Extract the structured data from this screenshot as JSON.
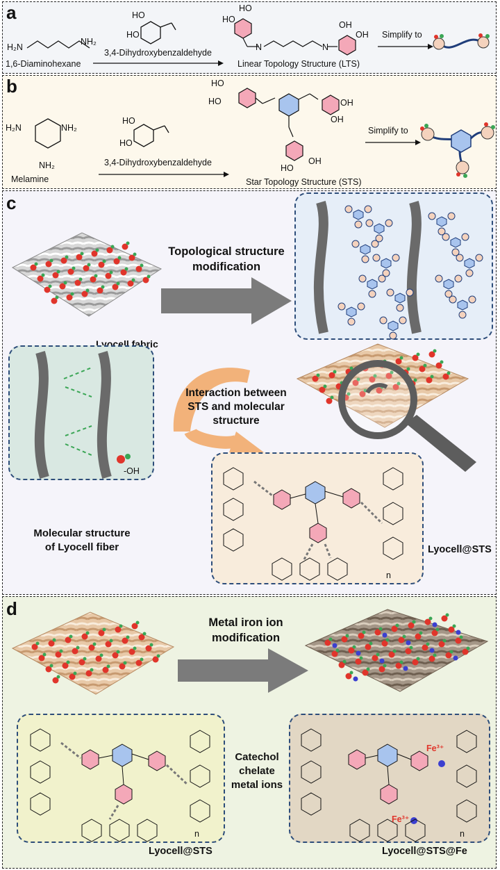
{
  "panel_a": {
    "label": "a",
    "reactant": "1,6-Diaminohexane",
    "reactant_formula_left": "H₂N",
    "reactant_formula_right": "NH₂",
    "reagent": "3,4-Dihydroxybenzaldehyde",
    "product": "Linear Topology Structure (LTS)",
    "simplify": "Simplify to",
    "atom_n": "N",
    "atom_ho": "HO",
    "atom_oh": "OH"
  },
  "panel_b": {
    "label": "b",
    "reactant": "Melamine",
    "atom_h2n": "H₂N",
    "atom_nh2": "NH₂",
    "reagent": "3,4-Dihydroxybenzaldehyde",
    "product": "Star Topology Structure (STS)",
    "simplify": "Simplify to"
  },
  "panel_c": {
    "label": "c",
    "fabric": "Lyocell fabric",
    "arrow_top": "Topological structure",
    "arrow_bottom": "modification",
    "interaction": "Interaction between STS and molecular structure",
    "interaction_l1": "Interaction between",
    "interaction_l2": "STS and molecular",
    "interaction_l3": "structure",
    "molecular_l1": "Molecular structure",
    "molecular_l2": "of Lyocell fiber",
    "oh_legend": "-OH",
    "product": "Lyocell@STS"
  },
  "panel_d": {
    "label": "d",
    "arrow_top": "Metal iron ion",
    "arrow_bottom": "modification",
    "chelate_l1": "Catechol",
    "chelate_l2": "chelate",
    "chelate_l3": "metal ions",
    "left_product": "Lyocell@STS",
    "right_product": "Lyocell@STS@Fe",
    "fe_label": "Fe³⁺",
    "n_sub": "n"
  },
  "colors": {
    "hydroxyl_red": "#e0352b",
    "hydroxyl_green": "#3aa655",
    "iron_blue": "#3b3fd0",
    "benzene_pink": "#f4a8b8",
    "triazine_blue": "#a8c4ee",
    "node_peach": "#f4d2bd",
    "arrow_gray": "#7b7b7b",
    "arrow_orange": "#f2b27a"
  }
}
